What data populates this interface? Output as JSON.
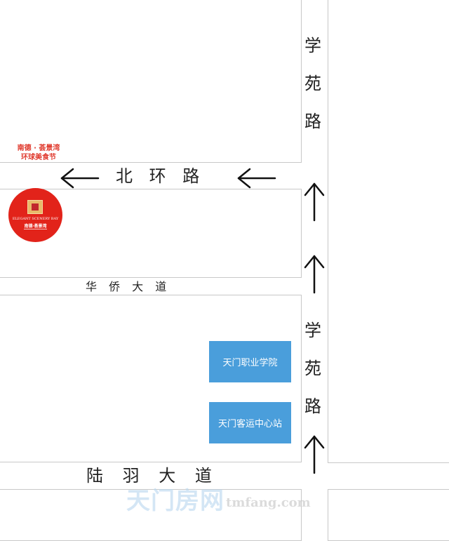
{
  "roads": {
    "north_ring": {
      "name": "北 环 路"
    },
    "huaqiao": {
      "name": "华 侨 大 道"
    },
    "luyu": {
      "name": "陆 羽 大 道"
    },
    "xueyuan_upper": {
      "chars": [
        "学",
        "苑",
        "路"
      ]
    },
    "xueyuan_lower": {
      "chars": [
        "学",
        "苑",
        "路"
      ]
    }
  },
  "pois": {
    "vocational_college": "天门职业学院",
    "bus_station": "天门客运中心站"
  },
  "annotation": {
    "line1": "南德 · 荟景湾",
    "line2": "环球美食节"
  },
  "logo": {
    "en": "ELEGANT SCENERY BAY",
    "cn": "南德·荟景湾"
  },
  "watermark": {
    "cn": "天门房网",
    "en": "tmfang.com"
  },
  "colors": {
    "poi_fill": "#4a9edb",
    "logo_red": "#e2231a",
    "annotation_red": "#e03a2e",
    "block_border": "#c8c8c8"
  },
  "icons": [
    "arrow-left-icon",
    "arrow-up-icon"
  ]
}
